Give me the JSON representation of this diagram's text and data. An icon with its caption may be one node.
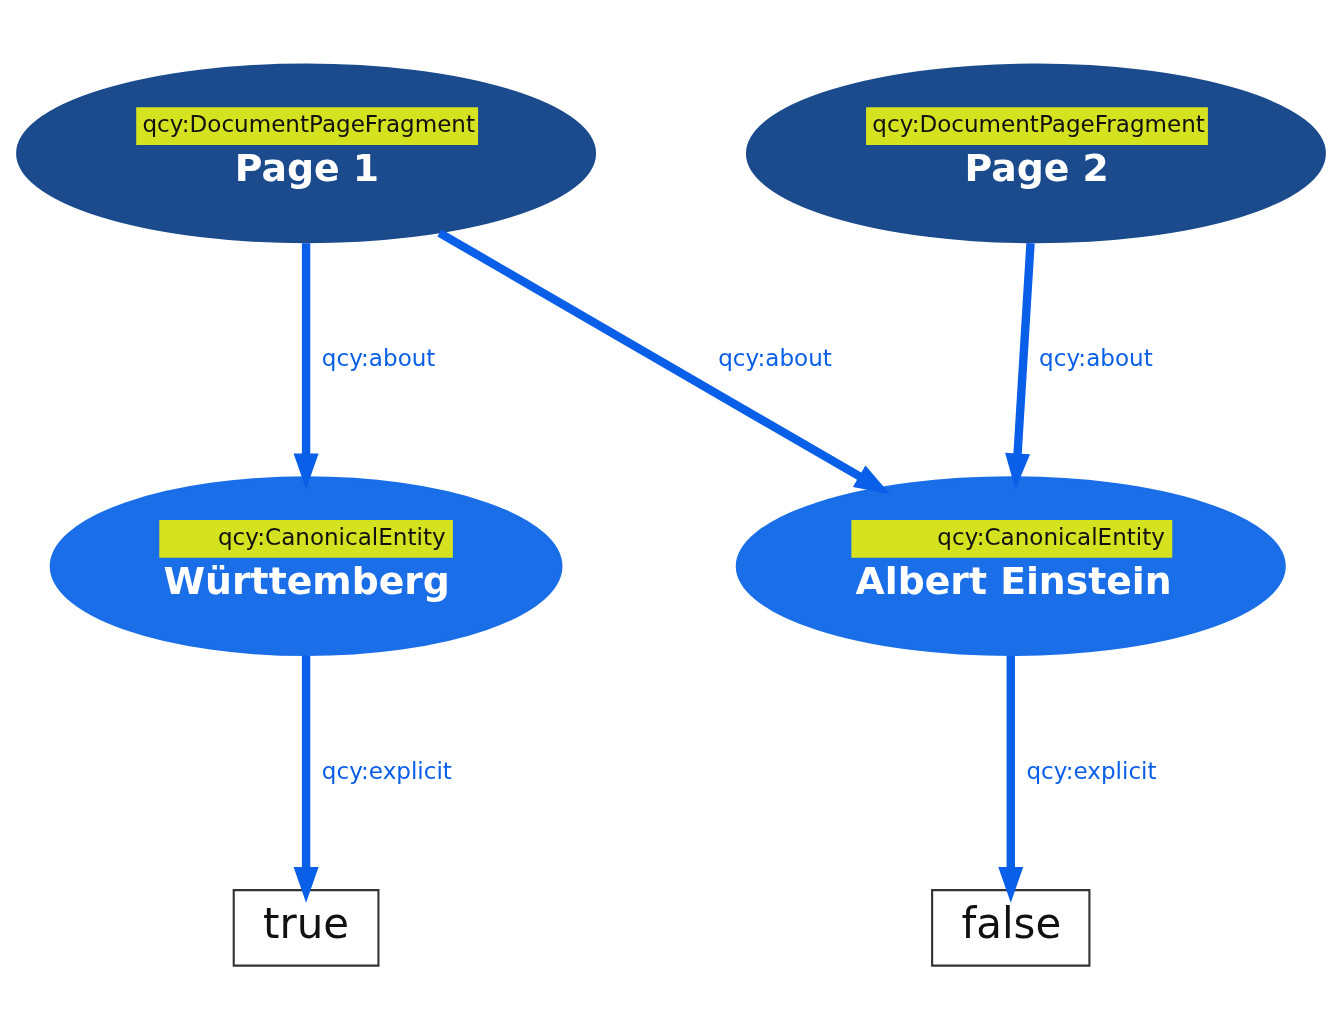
{
  "diagram": {
    "nodes": [
      {
        "text": [
          "qcy:DocumentPageFragment",
          "Page 1"
        ]
      },
      {
        "text": [
          "qcy:DocumentPageFragment",
          "Page 2"
        ]
      },
      {
        "text": [
          "qcy:CanonicalEntity",
          "Albert Einstein"
        ]
      },
      {
        "text": [
          "qcy:CanonicalEntity",
          "Württemberg"
        ]
      },
      {
        "text": [
          "false"
        ]
      },
      {
        "text": [
          "true"
        ]
      }
    ],
    "edges": [
      {
        "from": 0,
        "to": 3,
        "arrow": "to",
        "label": "qcy:about"
      },
      {
        "from": 0,
        "to": 2,
        "arrow": "to",
        "label": "qcy:about"
      },
      {
        "from": 1,
        "to": 2,
        "arrow": "to",
        "label": "qcy:about"
      },
      {
        "from": 3,
        "to": 5,
        "arrow": "to",
        "label": "qcy:explicit"
      },
      {
        "from": 2,
        "to": 4,
        "arrow": "to",
        "label": "qcy:explicit"
      }
    ]
  }
}
